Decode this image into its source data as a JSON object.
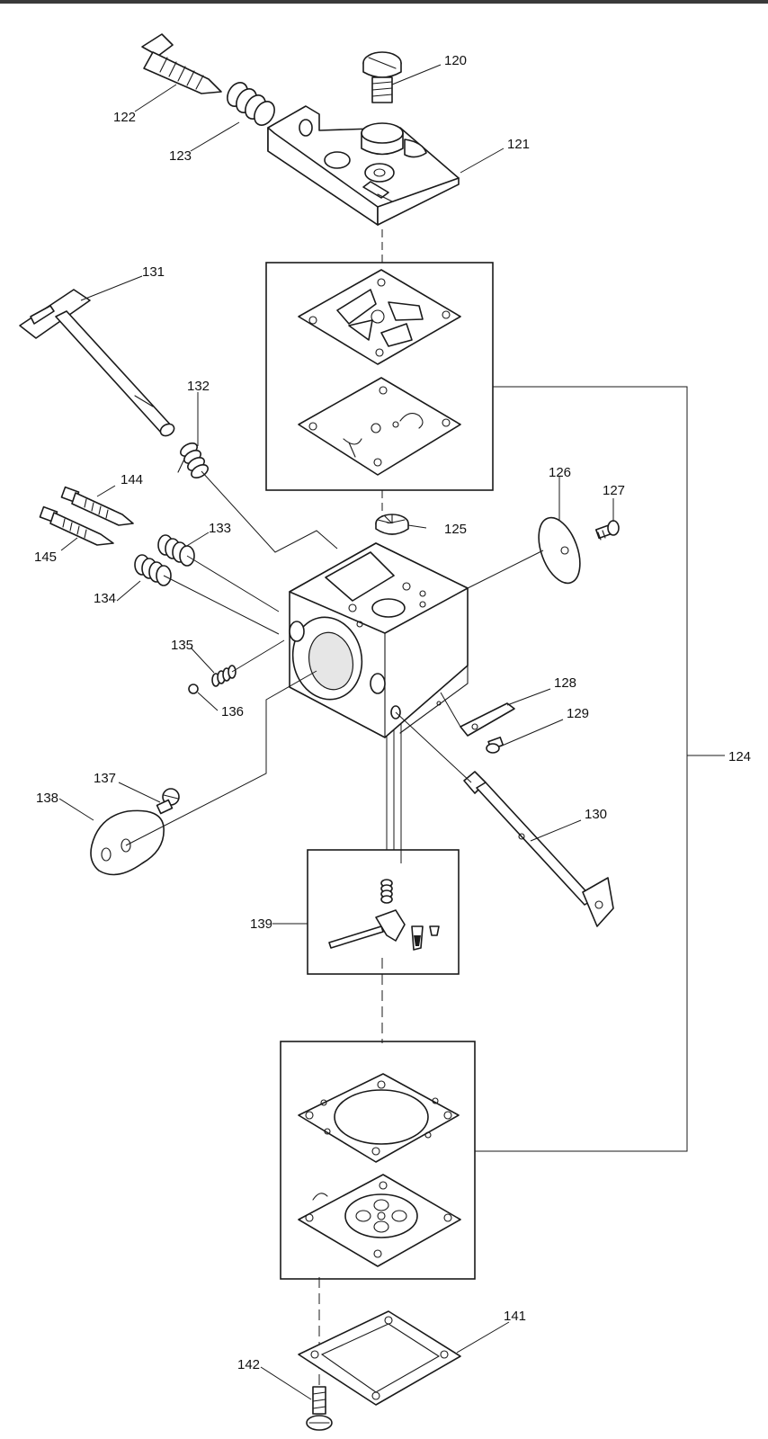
{
  "labels": {
    "p120": "120",
    "p121": "121",
    "p122": "122",
    "p123": "123",
    "p124": "124",
    "p125": "125",
    "p126": "126",
    "p127": "127",
    "p128": "128",
    "p129": "129",
    "p130": "130",
    "p131": "131",
    "p132": "132",
    "p133": "133",
    "p134": "134",
    "p135": "135",
    "p136": "136",
    "p137": "137",
    "p138": "138",
    "p139": "139",
    "p141": "141",
    "p142": "142",
    "p144": "144",
    "p145": "145"
  }
}
